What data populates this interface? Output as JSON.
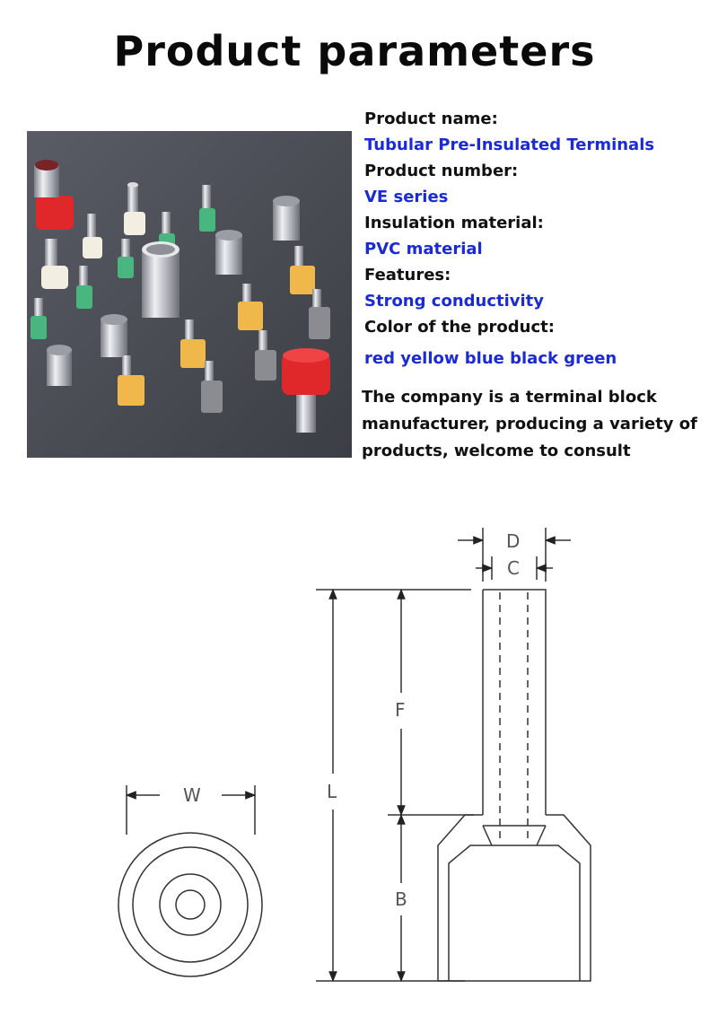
{
  "header": {
    "title": "Product  parameters"
  },
  "specs": [
    {
      "label": "Product name:",
      "value": "Tubular Pre-Insulated Terminals"
    },
    {
      "label": "Product number:",
      "value": "VE series"
    },
    {
      "label": "Insulation material:",
      "value": "PVC material"
    },
    {
      "label": "Features:",
      "value": "Strong conductivity"
    },
    {
      "label": "Color of the product:",
      "value": "red yellow blue black green"
    }
  ],
  "note": "The company is a terminal block manufacturer, producing a variety of products, welcome to consult",
  "diagram": {
    "labels": {
      "d": "D",
      "c": "C",
      "f": "F",
      "l": "L",
      "b": "B",
      "w": "W"
    }
  },
  "colors": {
    "title": "#0a0a0a",
    "accent_blue": "#1a2bd6",
    "photo_background": "#4b4d55",
    "insulation_red": "#e0282a",
    "insulation_yellow": "#f0b84a",
    "insulation_green": "#49b57f",
    "insulation_white": "#f2efe2",
    "insulation_gray": "#8a8c92",
    "metal": "#c9cbd0"
  }
}
